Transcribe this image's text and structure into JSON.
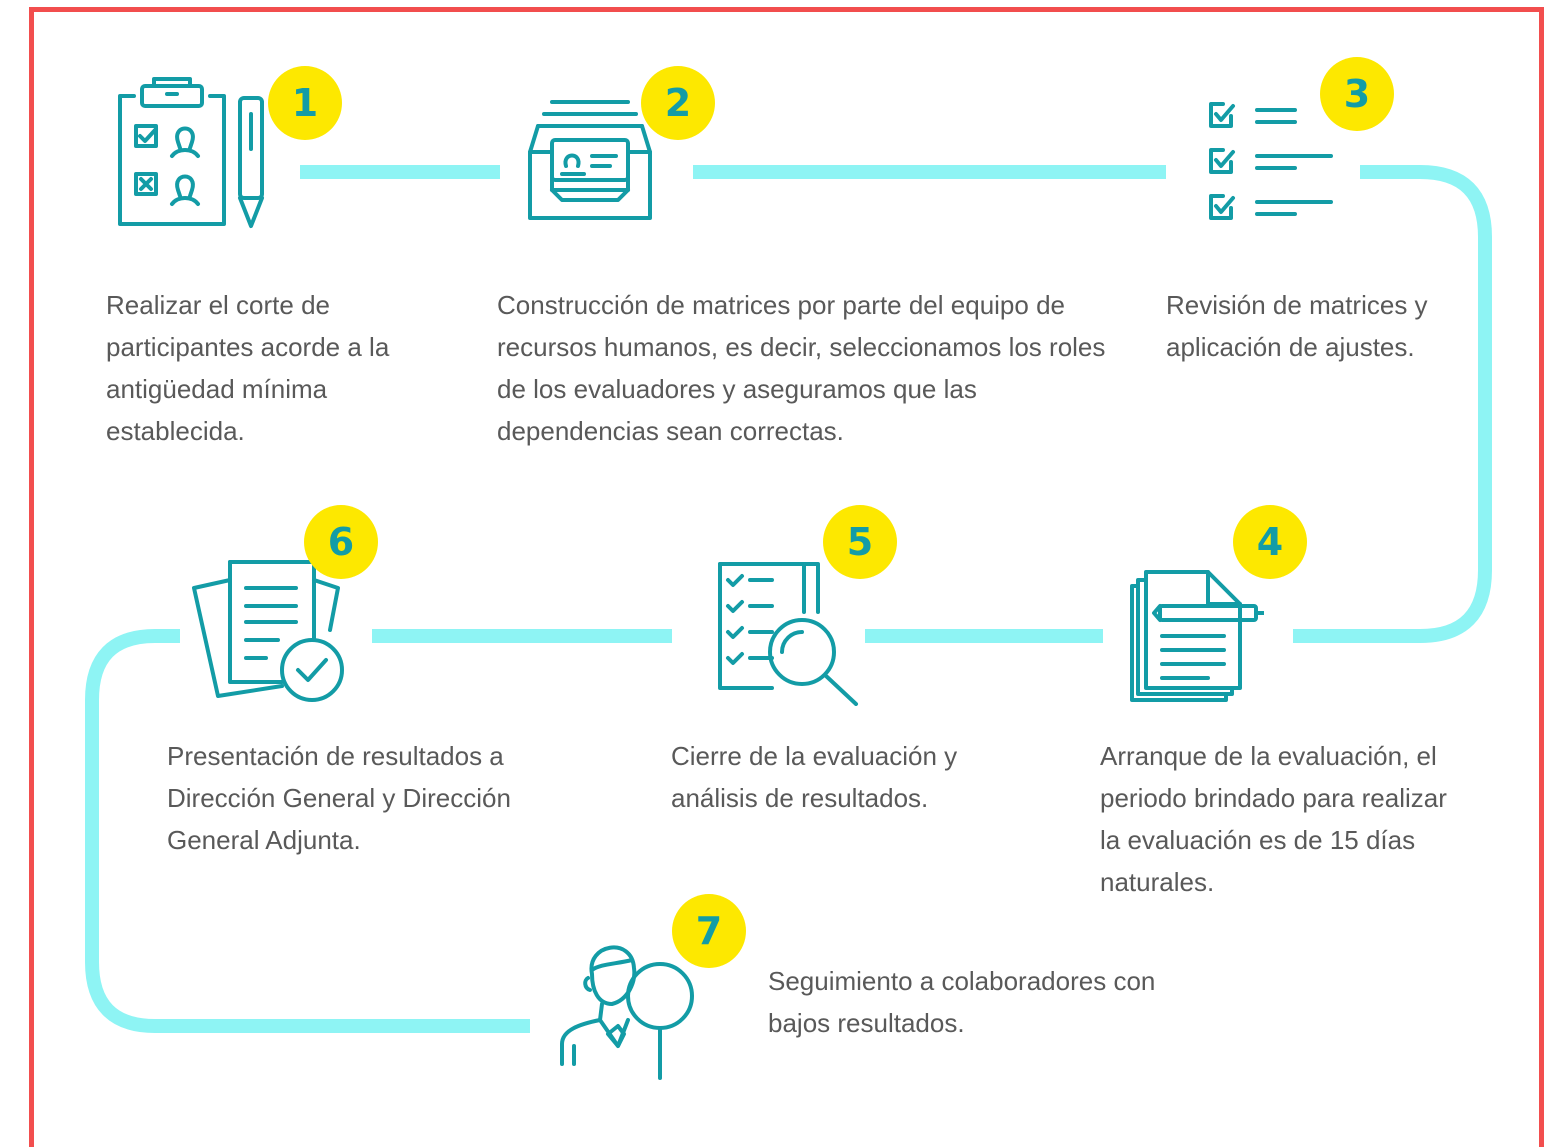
{
  "colors": {
    "frame": "#f24e4e",
    "connector": "#8ef4f4",
    "icon_stroke": "#139ca6",
    "badge_fill": "#fde800",
    "badge_text": "#139ca6",
    "text": "#595959"
  },
  "steps": [
    {
      "number": "1",
      "icon": "clipboard-checklist-pen-icon",
      "text": "Realizar el corte de participantes acorde a la antigüedad mínima establecida."
    },
    {
      "number": "2",
      "icon": "file-drawer-profile-icon",
      "text": "Construcción de matrices por parte del equipo de recursos humanos, es decir, seleccionamos los roles de los evaluadores y aseguramos que las dependencias sean correctas."
    },
    {
      "number": "3",
      "icon": "checklist-icon",
      "text": "Revisión de matrices y aplicación de ajustes."
    },
    {
      "number": "4",
      "icon": "document-pen-icon",
      "text": "Arranque de la evaluación, el periodo brindado para realizar la evaluación es de 15 días naturales."
    },
    {
      "number": "5",
      "icon": "document-magnifier-icon",
      "text": "Cierre de la evaluación y análisis de resultados."
    },
    {
      "number": "6",
      "icon": "documents-approved-icon",
      "text": "Presentación de resultados a Dirección General y Dirección General Adjunta."
    },
    {
      "number": "7",
      "icon": "person-search-icon",
      "text": "Seguimiento a colaboradores con bajos resultados."
    }
  ]
}
